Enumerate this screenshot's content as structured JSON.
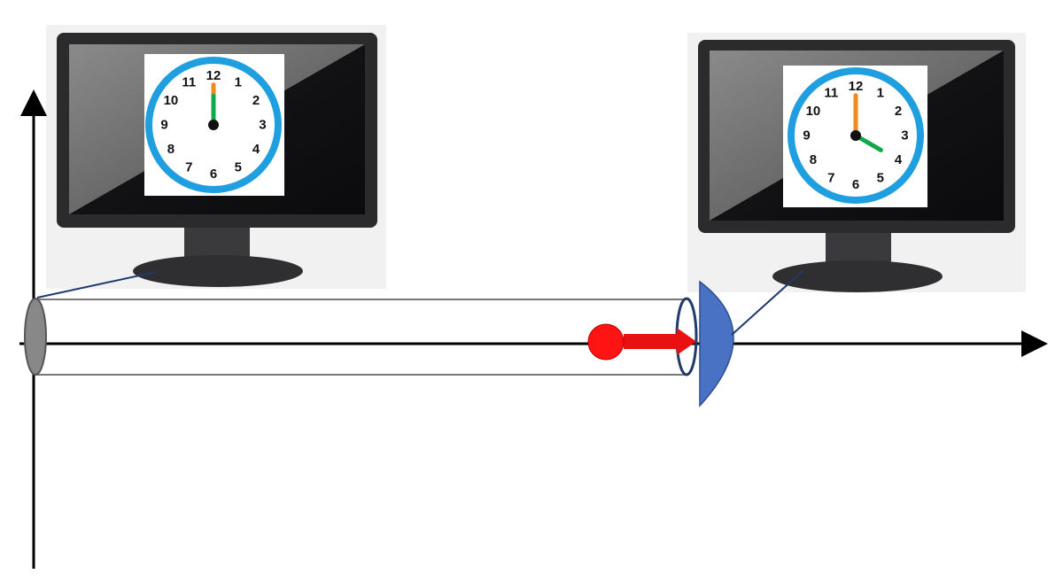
{
  "clocks": {
    "numerals": [
      "12",
      "1",
      "2",
      "3",
      "4",
      "5",
      "6",
      "7",
      "8",
      "9",
      "10",
      "11"
    ],
    "start": {
      "hour": 12,
      "minute": 0
    },
    "end": {
      "hour": 4,
      "minute": 0
    }
  },
  "colors": {
    "clock_rim": "#1f9ee0",
    "hour_hand": "#12a84a",
    "minute_hand": "#ef8a1e",
    "particle": "#ff1414",
    "arrow": "#e81010",
    "detector": "#4a72c4",
    "monitor_body": "#2b2b2d",
    "screen": "#0d0d0f",
    "tube_outline": "#777777",
    "axis": "#000000"
  },
  "icons": {
    "source_end": "tube-source-end-icon",
    "detector": "detector-dish-icon",
    "particle": "particle-icon",
    "velocity": "velocity-arrow-icon",
    "monitor": "monitor-icon",
    "clock": "clock-icon"
  }
}
